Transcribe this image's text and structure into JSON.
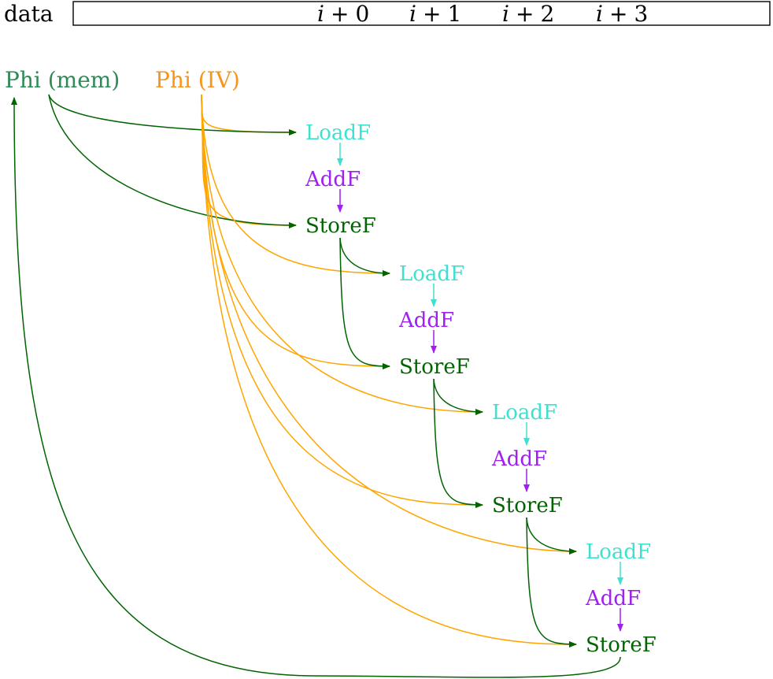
{
  "data_row": {
    "label": "data",
    "cells": [
      {
        "var": "i",
        "op": "+",
        "num": "0"
      },
      {
        "var": "i",
        "op": "+",
        "num": "1"
      },
      {
        "var": "i",
        "op": "+",
        "num": "2"
      },
      {
        "var": "i",
        "op": "+",
        "num": "3"
      }
    ]
  },
  "phi": {
    "mem": {
      "label": "Phi (mem)",
      "color": "#2e8b57"
    },
    "iv": {
      "label": "Phi (IV)",
      "color": "#f7941d"
    }
  },
  "colors": {
    "load": "#40e0d0",
    "add": "#a020f0",
    "store": "#006400",
    "iv_edge": "#ffa500",
    "mem_edge": "#006400"
  },
  "iterations": [
    {
      "load": "LoadF",
      "add": "AddF",
      "store": "StoreF"
    },
    {
      "load": "LoadF",
      "add": "AddF",
      "store": "StoreF"
    },
    {
      "load": "LoadF",
      "add": "AddF",
      "store": "StoreF"
    },
    {
      "load": "LoadF",
      "add": "AddF",
      "store": "StoreF"
    }
  ]
}
